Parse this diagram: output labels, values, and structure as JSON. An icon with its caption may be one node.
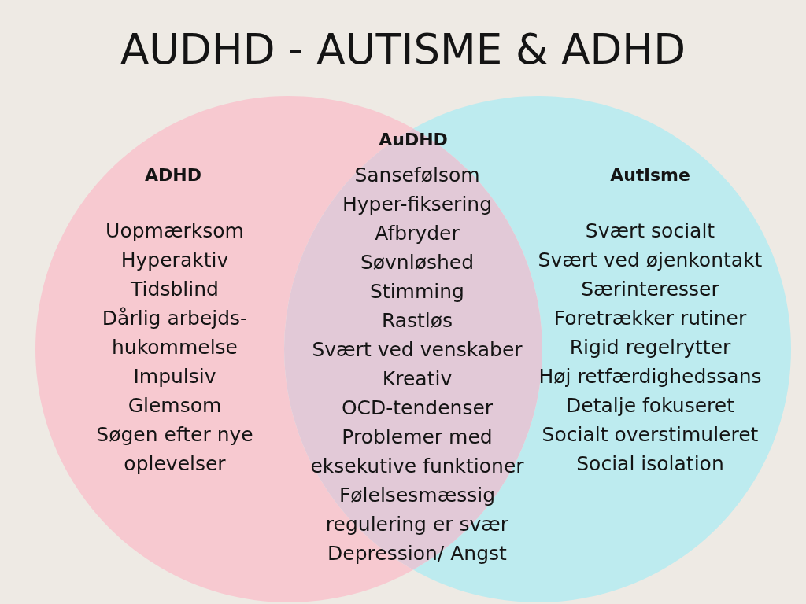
{
  "diagram": {
    "title": "AUDHD - AUTISME & ADHD",
    "nodes": [
      {
        "text": [
          "ADHD",
          "Uopmærksom",
          "Hyperaktiv",
          "Tidsblind",
          "Dårlig arbejds- hukommelse",
          "Impulsiv",
          "Glemsom",
          "Søgen efter nye oplevelser"
        ]
      },
      {
        "text": [
          "AuDHD",
          "Sansefølsom",
          "Hyper-fiksering",
          "Afbryder",
          "Søvnløshed",
          "Stimming",
          "Rastløs",
          "Svært ved venskaber",
          "Kreativ",
          "OCD-tendenser",
          "Problemer med eksekutive funktioner",
          "Følelsesmæssig regulering er svær",
          "Depression/ Angst"
        ]
      },
      {
        "text": [
          "Autisme",
          "Svært socialt",
          "Svært ved øjenkontakt",
          "Særinteresser",
          "Foretrækker rutiner",
          "Rigid regelrytter",
          "Høj retfærdighedssans",
          "Detalje fokuseret",
          "Socialt overstimuleret",
          "Social isolation"
        ]
      }
    ]
  }
}
